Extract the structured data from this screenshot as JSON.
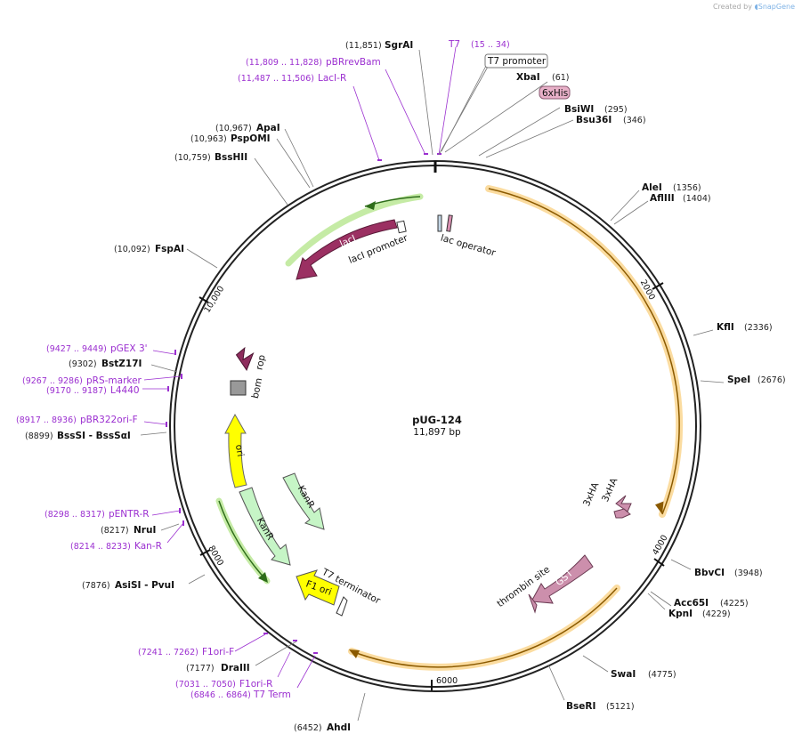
{
  "brand": {
    "prefix": "Created by",
    "name": "SnapGene"
  },
  "plasmid": {
    "name": "pUG-124",
    "length_label": "11,897 bp",
    "length": 11897
  },
  "ticks": [
    "2000",
    "4000",
    "6000",
    "8000",
    "10,000"
  ],
  "restriction_sites": [
    {
      "name": "SgrAI",
      "pos": "(11,851)"
    },
    {
      "name": "XbaI",
      "pos": "(61)"
    },
    {
      "name": "BsiWI",
      "pos": "(295)"
    },
    {
      "name": "Bsu36I",
      "pos": "(346)"
    },
    {
      "name": "AleI",
      "pos": "(1356)"
    },
    {
      "name": "AflIII",
      "pos": "(1404)"
    },
    {
      "name": "KflI",
      "pos": "(2336)"
    },
    {
      "name": "SpeI",
      "pos": "(2676)"
    },
    {
      "name": "BbvCI",
      "pos": "(3948)"
    },
    {
      "name": "Acc65I",
      "pos": "(4225)"
    },
    {
      "name": "KpnI",
      "pos": "(4229)"
    },
    {
      "name": "SwaI",
      "pos": "(4775)"
    },
    {
      "name": "BseRI",
      "pos": "(5121)"
    },
    {
      "name": "AhdI",
      "pos": "(6452)"
    },
    {
      "name": "DraIII",
      "pos": "(7177)"
    },
    {
      "name": "AsiSI - PvuI",
      "pos": "(7876)"
    },
    {
      "name": "NruI",
      "pos": "(8217)"
    },
    {
      "name": "BssSI - BssSαI",
      "pos": "(8899)"
    },
    {
      "name": "BstZ17I",
      "pos": "(9302)"
    },
    {
      "name": "FspAI",
      "pos": "(10,092)"
    },
    {
      "name": "BssHII",
      "pos": "(10,759)"
    },
    {
      "name": "PspOMI",
      "pos": "(10,963)"
    },
    {
      "name": "ApaI",
      "pos": "(10,967)"
    }
  ],
  "primers": [
    {
      "name": "T7",
      "pos": "(15 .. 34)"
    },
    {
      "name": "pBRrevBam",
      "pos": "(11,809 .. 11,828)"
    },
    {
      "name": "LacI-R",
      "pos": "(11,487 .. 11,506)"
    },
    {
      "name": "pGEX 3'",
      "pos": "(9427 .. 9449)"
    },
    {
      "name": "pRS-marker",
      "pos": "(9267 .. 9286)"
    },
    {
      "name": "L4440",
      "pos": "(9170 .. 9187)"
    },
    {
      "name": "pBR322ori-F",
      "pos": "(8917 .. 8936)"
    },
    {
      "name": "pENTR-R",
      "pos": "(8298 .. 8317)"
    },
    {
      "name": "Kan-R",
      "pos": "(8214 .. 8233)"
    },
    {
      "name": "F1ori-F",
      "pos": "(7241 .. 7262)"
    },
    {
      "name": "F1ori-R",
      "pos": "(7031 .. 7050)"
    },
    {
      "name": "T7 Term",
      "pos": "(6846 .. 6864)"
    }
  ],
  "boxed_labels": {
    "t7_promoter": "T7 promoter",
    "his": "6xHis"
  },
  "features": {
    "laci": "lacI",
    "laci_promoter": "lacI promoter",
    "lac_operator": "lac operator",
    "rop": "rop",
    "bom": "bom",
    "ori": "ori",
    "kanr1": "KanR",
    "kanr2": "KanR",
    "f1ori": "F1 ori",
    "t7_terminator": "T7 terminator",
    "gst": "GST",
    "thrombin": "thrombin site",
    "ha1": "3xHA",
    "ha2": "3xHA"
  },
  "colors": {
    "backbone": "#222222",
    "primer": "#9b2fd0",
    "laci": "#9b3062",
    "rop": "#8e2d5e",
    "ori": "#ffff00",
    "kanr": "#c6f5c6",
    "gst": "#cc8fac",
    "orf_orange": "#f2b640",
    "orf_green": "#2e6d1a"
  }
}
